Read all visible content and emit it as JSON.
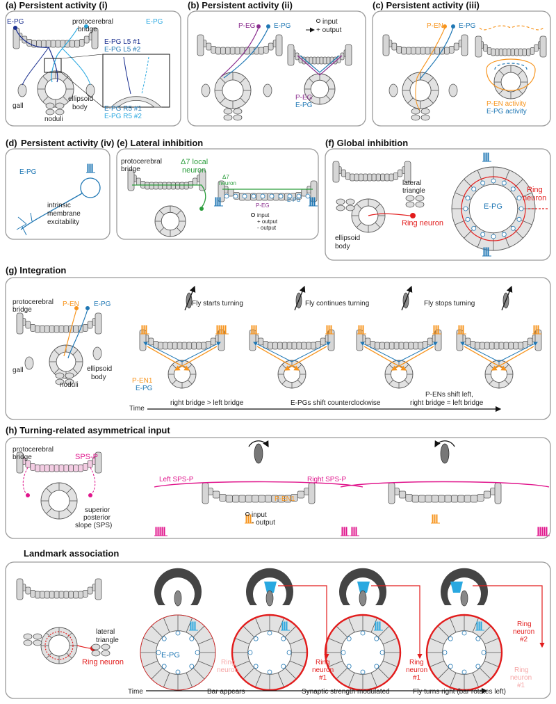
{
  "colors": {
    "epg": "#1f77b4",
    "epg_light": "#29a8e0",
    "epg_dark": "#1a2f8f",
    "pen": "#f7941d",
    "peg": "#8b2f8f",
    "delta7": "#2a9d3b",
    "ring": "#e21c1c",
    "sps": "#e0158c",
    "gray": "#d6d6d6"
  },
  "panels": {
    "a": {
      "title": "(a) Persistent activity (i)",
      "epg_left": "E-PG",
      "epg_right": "E-PG",
      "protocerebral": "protocerebral",
      "bridge": "bridge",
      "inset1": "E-PG L5 #1",
      "inset2": "E-PG L5 #2",
      "inset3": "E-PG R5 #1",
      "inset4": "E-PG R5 #2",
      "gall": "gall",
      "ellipsoid": "ellipsoid",
      "body": "body",
      "noduli": "noduli"
    },
    "b": {
      "title": "(b) Persistent activity (ii)",
      "peg": "P-EG",
      "epg": "E-PG",
      "input": "input",
      "output": "+ output",
      "peg2": "P-EG",
      "epg2": "E-PG"
    },
    "c": {
      "title": "(c) Persistent activity (iii)",
      "pen": "P-EN",
      "epg": "E-PG",
      "pen_activity": "P-EN activity",
      "epg_activity": "E-PG activity"
    },
    "d": {
      "title": "(d)",
      "title2": "Persistent activity (iv)",
      "epg": "E-PG",
      "intrinsic": "intrinsic",
      "membrane": "membrane",
      "excitability": "excitability"
    },
    "e": {
      "title": "(e) Lateral inhibition",
      "protocerebral": "protocerebral",
      "bridge": "bridge",
      "d7_local": "Δ7 local",
      "neuron": "neuron",
      "d7_small": "Δ7",
      "neuron_small": "neuron",
      "peg": "P-EG",
      "epg": "E-PG",
      "input": "input",
      "plus_output": "+ output",
      "minus_output": "- output"
    },
    "f": {
      "title": "(f) Global inhibition",
      "lateral": "lateral",
      "triangle": "triangle",
      "ellipsoid": "ellipsoid",
      "body": "body",
      "ring_neuron": "Ring neuron",
      "epg": "E-PG",
      "ring_right1": "Ring",
      "ring_right2": "neuron"
    },
    "g": {
      "title": "(g) Integration",
      "protocerebral": "protocerebral",
      "bridge": "bridge",
      "pen": "P-EN",
      "epg": "E-PG",
      "gall": "gall",
      "noduli": "noduli",
      "ellipsoid": "ellipsoid",
      "body": "body",
      "starts": "Fly starts turning",
      "continues": "Fly continues turning",
      "stops": "Fly stops turning",
      "pen1": "P-EN1",
      "epg2": "E-PG",
      "time": "Time",
      "cap1": "right bridge > left bridge",
      "cap2": "E-PGs shift counterclockwise",
      "cap3a": "P-ENs shift left,",
      "cap3b": "right bridge = left bridge"
    },
    "h": {
      "title": "(h) Turning-related asymmetrical input",
      "protocerebral": "protocerebral",
      "bridge": "bridge",
      "spsp": "SPS-P",
      "superior": "superior",
      "posterior": "posterior",
      "slope": "slope (SPS)",
      "left_spsp": "Left SPS-P",
      "right_spsp": "Right SPS-P",
      "pen1": "P-EN1",
      "input": "input",
      "minus_output": "- output"
    },
    "i": {
      "title": "Landmark association",
      "lateral": "lateral",
      "triangle": "triangle",
      "ring_neuron": "Ring neuron",
      "epg": "E-PG",
      "ring": "Ring",
      "neuron": "neuron",
      "n1": "#1",
      "n2": "#2",
      "time": "Time",
      "bar_appears": "Bar appears",
      "syn": "Synaptic strength modulated",
      "turns": "Fly turns right (bar rotates left)"
    }
  }
}
